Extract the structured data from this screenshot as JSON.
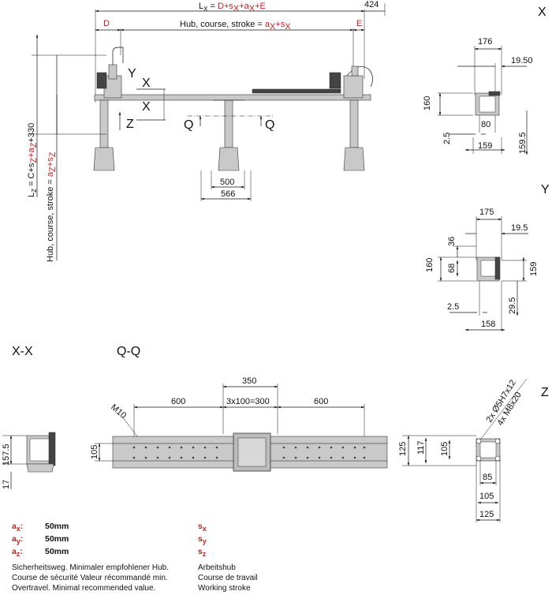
{
  "side_view": {
    "lx_formula_prefix": "L",
    "lx_sub": "X",
    "lx_eq": " = ",
    "lx_terms": "D+s",
    "lx_sx": "X",
    "lx_plus_a": "+a",
    "lx_ax": "X",
    "lx_plus_e": "+E",
    "top_right_dim": "424",
    "d_label": "D",
    "e_label": "E",
    "stroke_text": "Hub, course, stroke = ",
    "stroke_a": "a",
    "stroke_ax": "X",
    "stroke_plus_s": "+s",
    "stroke_sx": "X",
    "axis_y": "Y",
    "axis_x_top": "X",
    "axis_x_bottom": "X",
    "axis_z": "Z",
    "section_q_left": "Q",
    "section_q_right": "Q",
    "dim_500": "500",
    "dim_566": "566",
    "lz_label": "L",
    "lz_sub": "Z",
    "lz_eq": " = C+s",
    "lz_sz": "Z",
    "lz_plus_a": "+a",
    "lz_az": "Z",
    "lz_tail": "+330",
    "vstroke_text": "Hub, course, stroke = ",
    "vstroke_a": "a",
    "vstroke_az": "Z",
    "vstroke_plus_s": "+s",
    "vstroke_sz": "Z"
  },
  "section_x": {
    "title": "X",
    "d176": "176",
    "d1950": "19.50",
    "d160": "160",
    "d80": "80",
    "d25": "2.5",
    "d159": "159",
    "d1595": "159.5"
  },
  "section_y": {
    "title": "Y",
    "d175": "175",
    "d195": "19.5",
    "d36": "36",
    "d160": "160",
    "d68": "68",
    "d159": "159",
    "d25": "2.5",
    "d295": "29.5",
    "d158": "158"
  },
  "section_xx": {
    "title": "X-X",
    "d1575": "157.5",
    "d17": "17"
  },
  "section_qq": {
    "title": "Q-Q",
    "d350": "350",
    "d600_left": "600",
    "d_mid": "3x100=300",
    "d600_right": "600",
    "m10": "M10",
    "d105": "105"
  },
  "section_z": {
    "title": "Z",
    "hole1": "2x Ø5H7x12",
    "hole2": "4x M8x20",
    "d125_v": "125",
    "d117": "117",
    "d105_v": "105",
    "d85": "85",
    "d105_h": "105",
    "d125_h": "125"
  },
  "legend": {
    "rows": [
      {
        "key": "a",
        "sub": "x",
        "value": "50mm"
      },
      {
        "key": "a",
        "sub": "y",
        "value": "50mm"
      },
      {
        "key": "a",
        "sub": "z",
        "value": "50mm"
      }
    ],
    "s_rows": [
      {
        "key": "s",
        "sub": "x"
      },
      {
        "key": "s",
        "sub": "y"
      },
      {
        "key": "s",
        "sub": "z"
      }
    ],
    "note_left_1": "Sicherheitsweg. Minimaler empfohlener Hub.",
    "note_left_2": "Course de sécurité Valeur récommandé min.",
    "note_left_3": "Overtravel. Minimal recommended value.",
    "note_right_1": "Arbeitshub",
    "note_right_2": "Course de travail",
    "note_right_3": "Working stroke"
  },
  "colors": {
    "accent_red": "#c41f1f",
    "metal_gray": "#c9c9c9",
    "line": "#111111"
  }
}
